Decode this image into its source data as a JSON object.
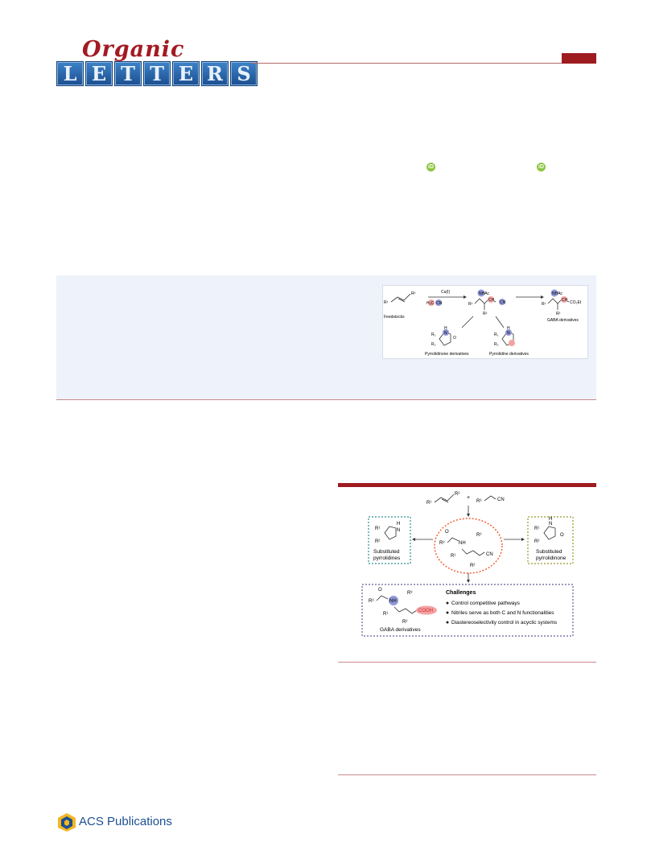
{
  "journal": {
    "script": "Organic",
    "letters": [
      "L",
      "E",
      "T",
      "T",
      "E",
      "R",
      "S"
    ]
  },
  "toc": {
    "catalyst": "Cu(I)",
    "feedstocks": "Feedstocks",
    "nhac": "NHAc",
    "r1": "R¹",
    "r2": "R²",
    "h2c": "H₂C",
    "cn": "CN",
    "ch": "CH",
    "co2et": "CO₂Et",
    "gaba": "GABA derivatives",
    "pyrrolidinone": "Pyrrolidinone derivatives",
    "pyrrolidine": "Pyrrolidine derivatives",
    "n": "N",
    "h": "H",
    "o": "O",
    "r1_sub": "R₁",
    "r2_sub": "R₂"
  },
  "figure1": {
    "r1": "R¹",
    "r2": "R²",
    "r3": "R³",
    "cn": "CN",
    "plus": "+",
    "nh": "NH",
    "h": "H",
    "n": "N",
    "o": "O",
    "cooh": "COOH",
    "subst_pyrrolidines": [
      "Substituted",
      "pyrrolidines"
    ],
    "subst_pyrrolidinone": [
      "Substituted",
      "pyrrolidinone"
    ],
    "gaba": "GABA derivatives",
    "challenges_title": "Challenges",
    "challenges": [
      "Control competitive pathways",
      "Nitriles serve as both C and N functionalities",
      "Diastereoselectivity control in acyclic systems"
    ],
    "colors": {
      "teal": "#2e8f91",
      "orange": "#f05a28",
      "olive": "#9a9a2a",
      "purple": "#6a5a9e",
      "blue_sphere": "#8f97d6",
      "red_sphere": "#f4a3a3"
    }
  },
  "publisher": {
    "name": "ACS Publications"
  }
}
